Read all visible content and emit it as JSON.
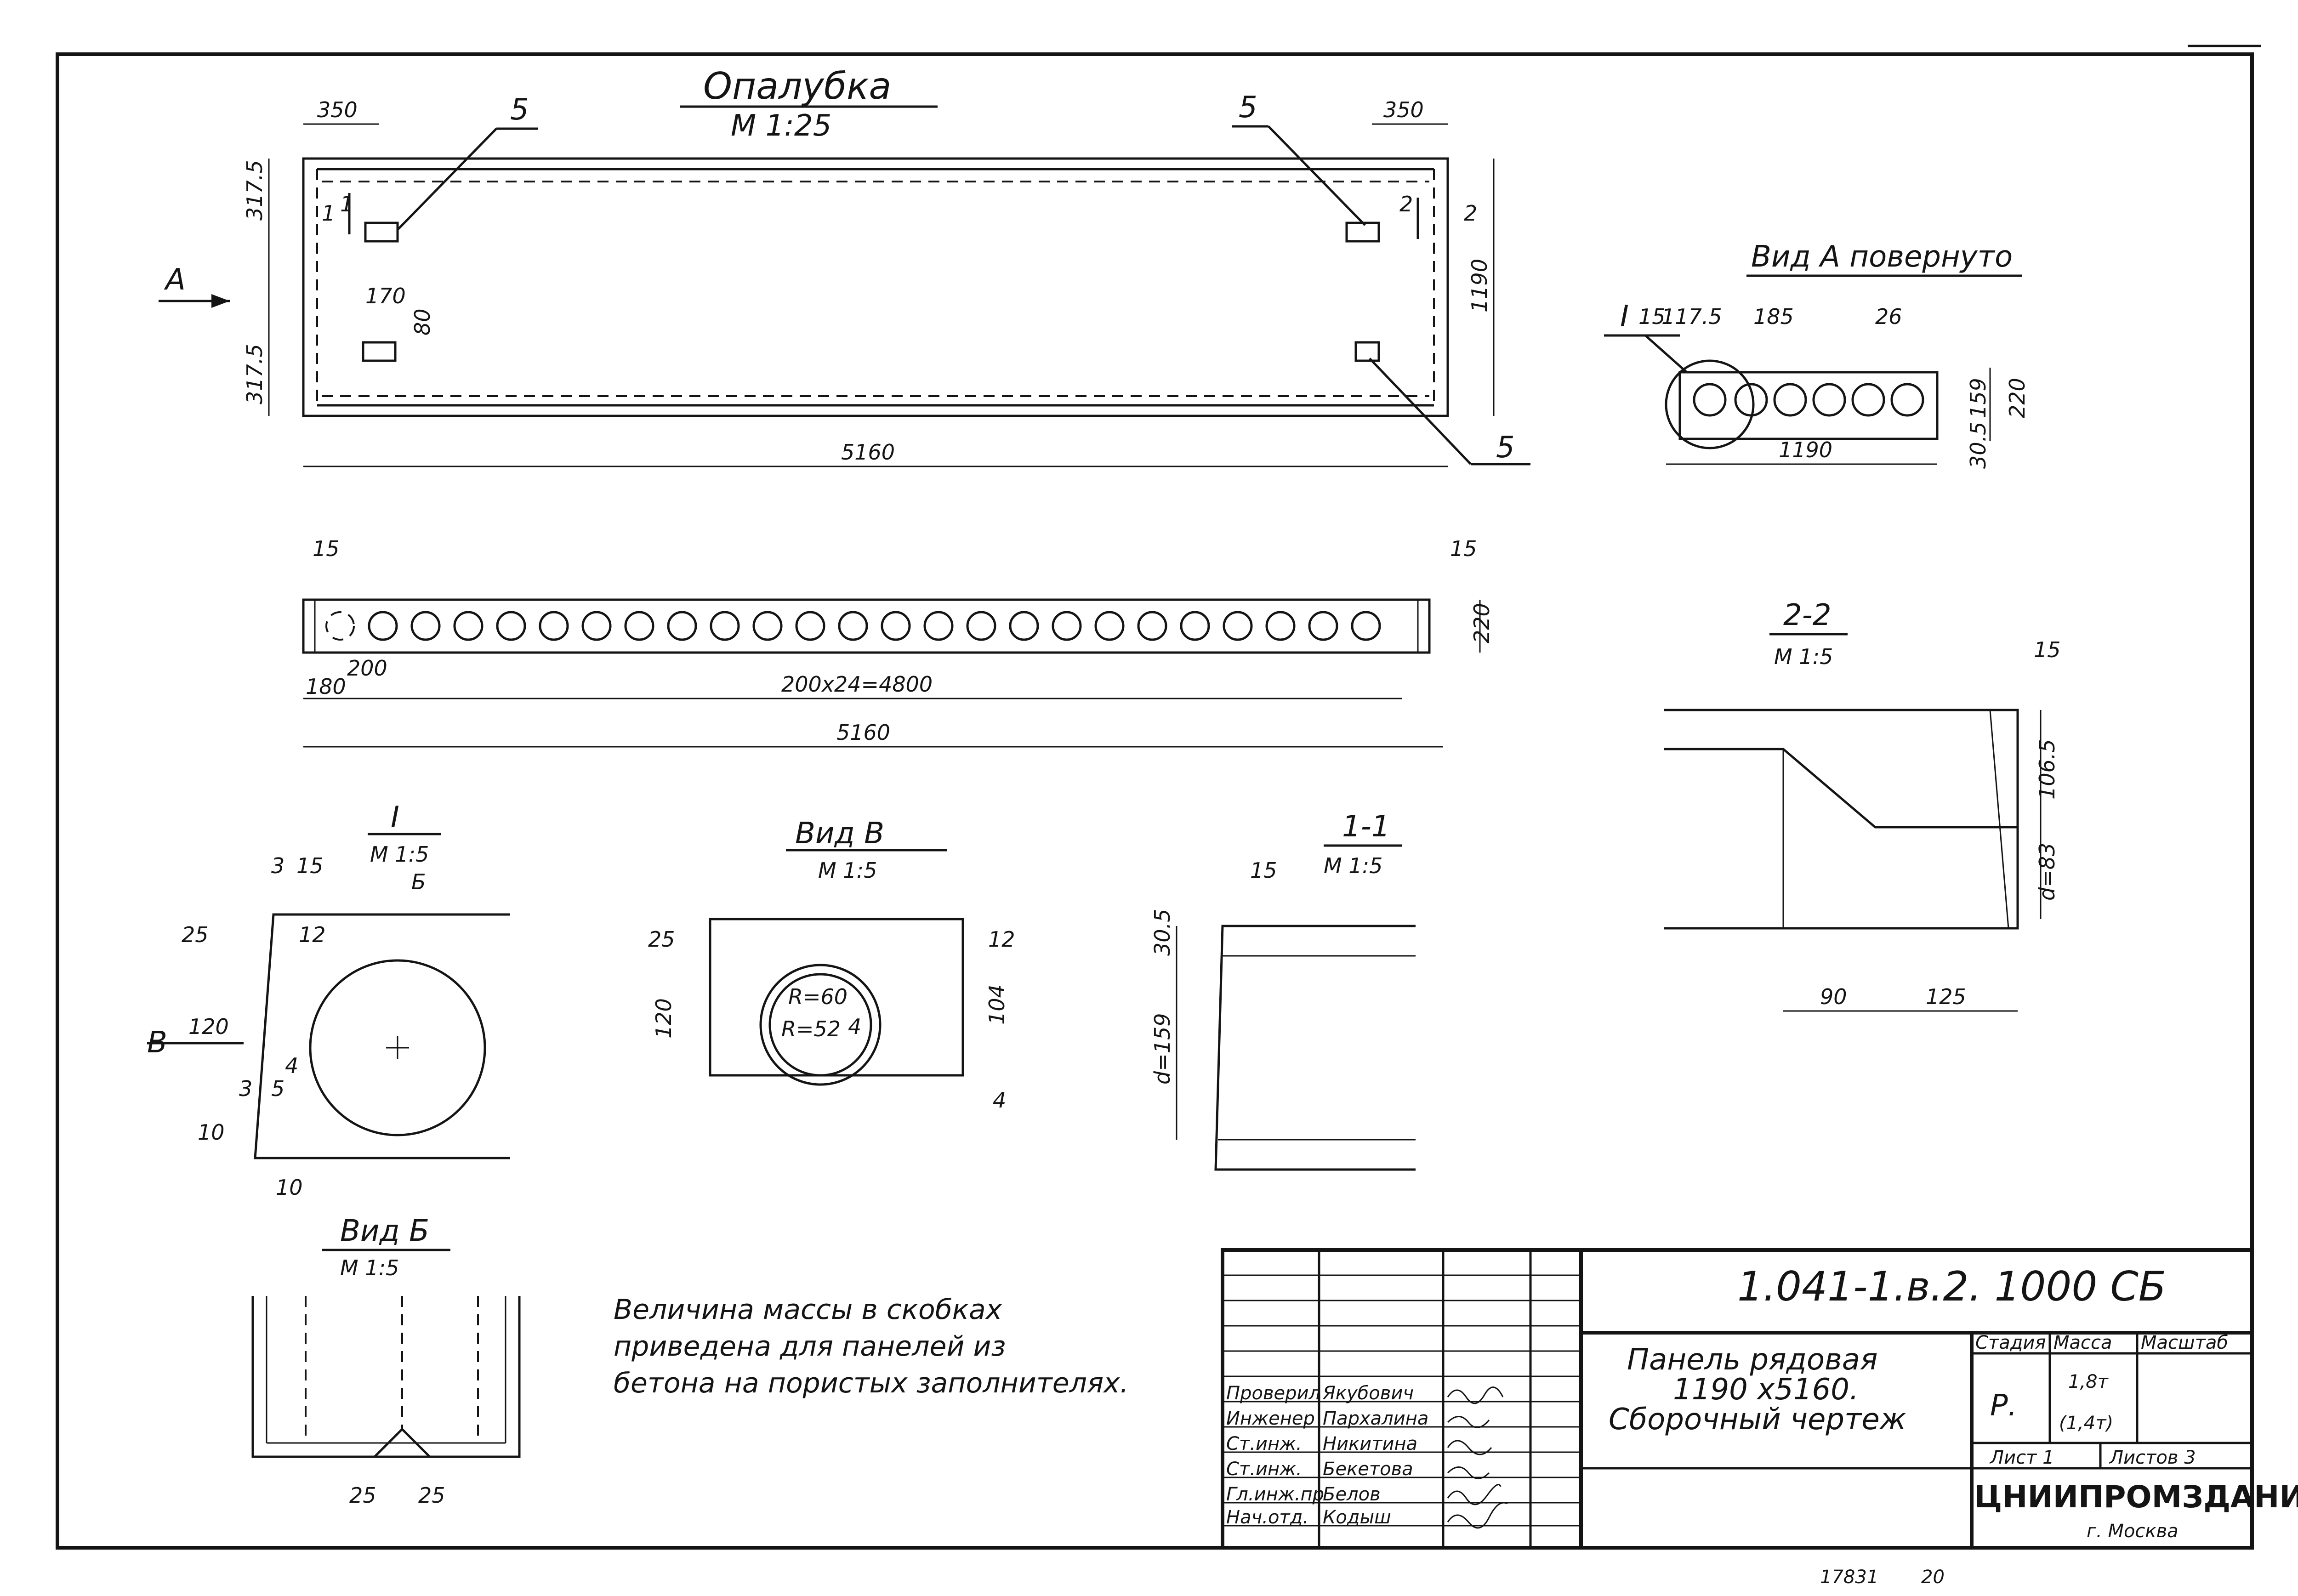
{
  "views": {
    "formwork": {
      "title": "Опалубка",
      "scale": "М 1:25",
      "dims": [
        "350",
        "350",
        "317.5",
        "317.5",
        "1190",
        "5160",
        "170",
        "80"
      ],
      "callouts": [
        "5",
        "5",
        "5",
        "1",
        "1",
        "2",
        "2",
        "I",
        "А"
      ]
    },
    "elevation": {
      "dims": [
        "15",
        "15",
        "220",
        "180",
        "200",
        "200х24=4800",
        "5160"
      ]
    },
    "view_a": {
      "title": "Вид А повернуто",
      "dims": [
        "15",
        "117.5",
        "185",
        "26",
        "1190",
        "159",
        "220",
        "30.5"
      ]
    },
    "section_2_2": {
      "title": "2-2",
      "scale": "М 1:5",
      "dims": [
        "15",
        "106.5",
        "d=83",
        "90",
        "125"
      ]
    },
    "detail_1": {
      "title": "I",
      "scale": "М 1:5",
      "dims": [
        "3",
        "15",
        "25",
        "12",
        "120",
        "4",
        "3",
        "5",
        "10",
        "10"
      ],
      "callouts": [
        "Б",
        "В"
      ]
    },
    "view_v": {
      "title": "Вид В",
      "scale": "М 1:5",
      "dims": [
        "25",
        "12",
        "120",
        "104",
        "4",
        "R=60",
        "R=52",
        "4"
      ]
    },
    "section_1_1": {
      "title": "1-1",
      "scale": "М 1:5",
      "dims": [
        "15",
        "30.5",
        "d=159"
      ]
    },
    "view_b": {
      "title": "Вид Б",
      "scale": "М 1:5",
      "dims": [
        "25",
        "25"
      ]
    }
  },
  "note": [
    "Величина    массы  в  скобках",
    "приведена    для  панелей  из",
    "бетона    на     пористых  заполнителях."
  ],
  "title_block": {
    "code": "1.041-1.в.2.  1000 СБ",
    "name": [
      "Панель рядовая",
      "1190 х5160.",
      "Сборочный  чертеж"
    ],
    "headers": {
      "stage": "Стадия",
      "mass": "Масса",
      "scale": "Масштаб"
    },
    "stage": "Р.",
    "mass": "1,8т",
    "mass_alt": "(1,4т)",
    "sheet": "Лист  1",
    "sheets": "Листов  3",
    "org": "ЦНИИПРОМЗДАНИЙ",
    "city": "г. Москва",
    "signatures": [
      {
        "role": "Проверил",
        "name": "Якубович"
      },
      {
        "role": "Инженер",
        "name": "Пархалина"
      },
      {
        "role": "Ст.инж.",
        "name": "Никитина"
      },
      {
        "role": "Ст.инж.",
        "name": "Бекетова"
      },
      {
        "role": "Гл.инж.пр",
        "name": "Белов"
      },
      {
        "role": "Нач.отд.",
        "name": "Кодыш"
      }
    ]
  },
  "footer": {
    "number": "17831",
    "page": "20"
  }
}
